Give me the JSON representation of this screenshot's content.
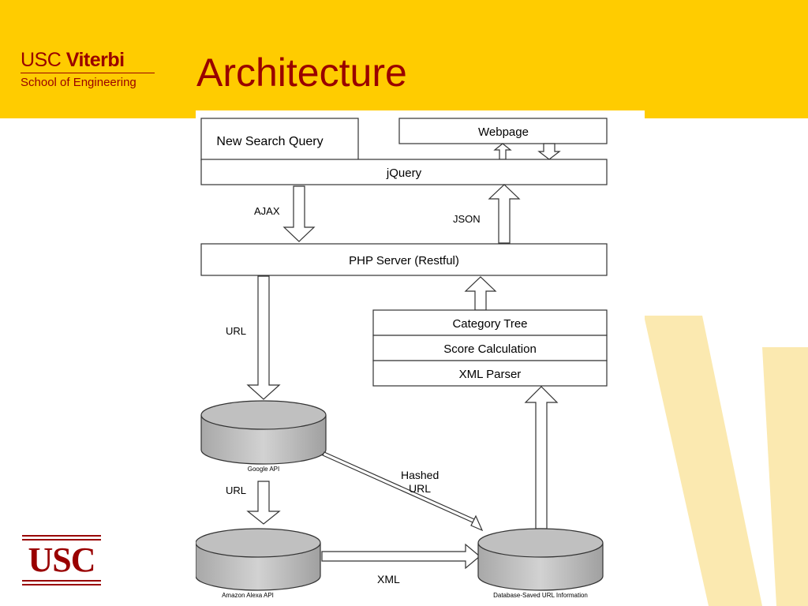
{
  "header": {
    "logo_line1_a": "USC",
    "logo_line1_b": "Viterbi",
    "logo_line2": "School of Engineering",
    "title": "Architecture"
  },
  "footer": {
    "usc_logo": "USC"
  },
  "colors": {
    "header_band": "#ffcc00",
    "brand_red": "#990000",
    "watermark": "#fbe9b0"
  },
  "diagram": {
    "new_search_query": "New Search Query",
    "webpage": "Webpage",
    "jquery": "jQuery",
    "ajax": "AJAX",
    "json": "JSON",
    "php_server": "PHP Server (Restful)",
    "url_1": "URL",
    "category_tree": "Category Tree",
    "score_calculation": "Score Calculation",
    "xml_parser": "XML Parser",
    "google_api": "Google API",
    "url_2": "URL",
    "hashed": "Hashed",
    "hashed_url": "URL",
    "amazon_alexa_api": "Amazon Alexa API",
    "xml": "XML",
    "database": "Database-Saved URL Information"
  }
}
